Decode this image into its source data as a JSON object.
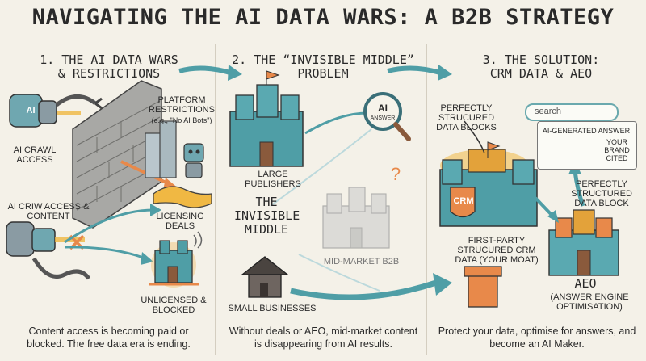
{
  "title": "NAVIGATING THE AI DATA WARS: A B2B STRATEGY",
  "sections": [
    {
      "heading_line1": "1. THE AI DATA WARS",
      "heading_line2": "& RESTRICTIONS",
      "labels": {
        "ai_crawl_access": "AI CRAWL ACCESS",
        "platform_restrictions": "PLATFORM RESTRICTIONS",
        "platform_restrictions_note": "(e.g., \"No AI Bots\")",
        "ai_criw_access": "AI CRIW ACCESS & CONTENT",
        "licensing_deals": "LICENSING DEALS",
        "unlicensed_blocked": "UNLICENSED & BLOCKED",
        "ai_badge": "AI"
      },
      "caption": "Content access is becoming paid or blocked. The free data era is ending."
    },
    {
      "heading_line1": "2. THE “INVISIBLE MIDDLE”",
      "heading_line2": "PROBLEM",
      "labels": {
        "large_publishers": "LARGE PUBLISHERS",
        "invisible_middle": "THE INVISIBLE MIDDLE",
        "mid_market_b2b": "MID-MARKET B2B",
        "small_businesses": "SMALL BUSINESSES",
        "ai_answer_ai": "AI",
        "ai_answer_text": "ANSWER",
        "question_mark": "?"
      },
      "caption": "Without deals or AEO, mid-market content is disappearing from AI results."
    },
    {
      "heading_line1": "3. THE SOLUTION:",
      "heading_line2": "CRM DATA & AEO",
      "labels": {
        "perfectly_strucured": "PERFECTLY STRUCURED DATA BLOCKS",
        "search": "search",
        "ai_generated_answer": "AI-GENERATED ANSWER",
        "your_brand_cited": "YOUR BRAND CITED",
        "perfectly_structured_block": "PERFECTLY STRUCTURED DATA BLOCK",
        "crm": "CRM",
        "first_party": "FIRST-PARTY STRUCURED CRM DATA (YOUR MOAT)",
        "aeo": "AEO",
        "aeo_full": "(ANSWER ENGINE OPTIMISATION)"
      },
      "caption": "Protect your data, optimise for answers, and become an AI Maker."
    }
  ],
  "colors": {
    "background": "#f4f1e8",
    "teal": "#4f9ea6",
    "orange": "#e8894a",
    "gold": "#f0b843",
    "wall": "#9a9a98",
    "grey_castle": "#c9c9c7"
  }
}
